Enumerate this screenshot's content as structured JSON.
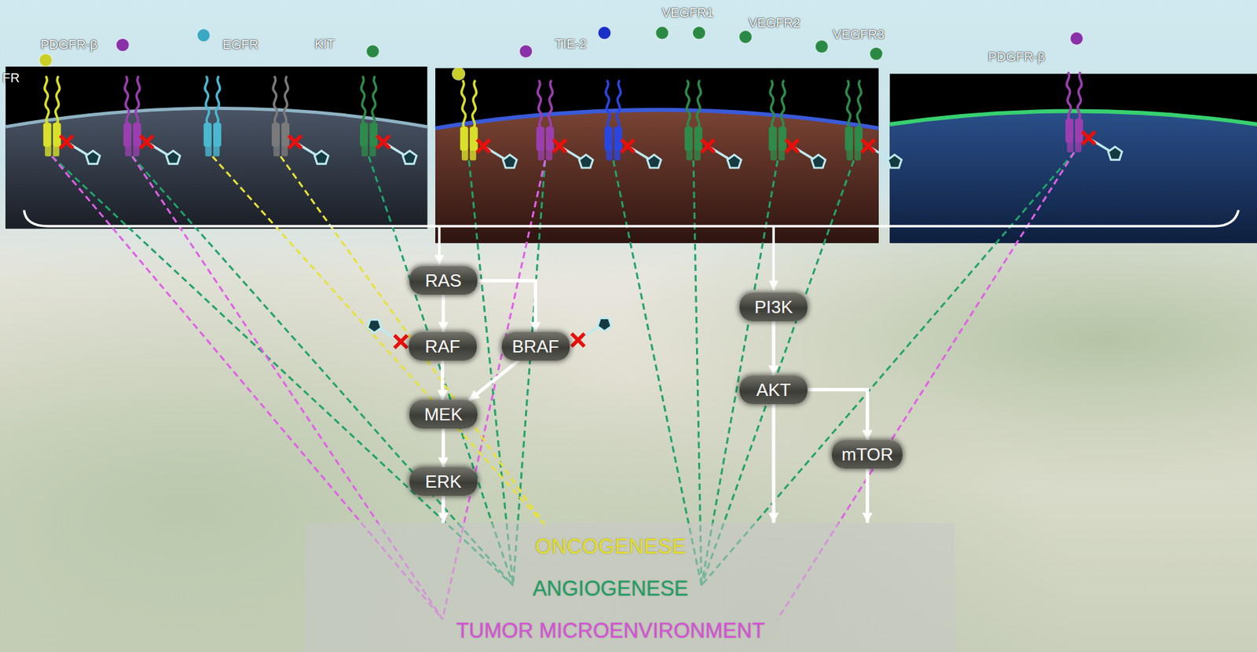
{
  "diagram": {
    "nodes": [
      {
        "text": [
          "RAS"
        ]
      },
      {
        "text": [
          "RAF"
        ]
      },
      {
        "text": [
          "BRAF"
        ]
      },
      {
        "text": [
          "MEK"
        ]
      },
      {
        "text": [
          "ERK"
        ]
      },
      {
        "text": [
          "PI3K"
        ]
      },
      {
        "text": [
          "AKT"
        ]
      },
      {
        "text": [
          "mTOR"
        ]
      },
      {
        "text": [
          "ONCOGENESE",
          "ANGIOGENESE",
          "TUMOR MICROENVIRONMENT"
        ]
      }
    ],
    "edges": [
      {
        "from": 0,
        "to": 1,
        "arrow": "to"
      },
      {
        "from": 0,
        "to": 2,
        "arrow": "to"
      },
      {
        "from": 1,
        "to": 3,
        "arrow": "to"
      },
      {
        "from": 2,
        "to": 3,
        "arrow": "to"
      },
      {
        "from": 3,
        "to": 4,
        "arrow": "to"
      },
      {
        "from": 4,
        "to": 8,
        "arrow": "to"
      },
      {
        "from": 5,
        "to": 6,
        "arrow": "to"
      },
      {
        "from": 6,
        "to": 7,
        "arrow": "to"
      },
      {
        "from": 6,
        "to": 8,
        "arrow": "to"
      },
      {
        "from": 7,
        "to": 8,
        "arrow": "to"
      }
    ],
    "labels": [
      "FR",
      "PDGFR-β",
      "EGFR",
      "KIT",
      "TIE-2",
      "VEGFR1",
      "VEGFR2",
      "VEGFR3",
      "PDGFR-β"
    ]
  }
}
